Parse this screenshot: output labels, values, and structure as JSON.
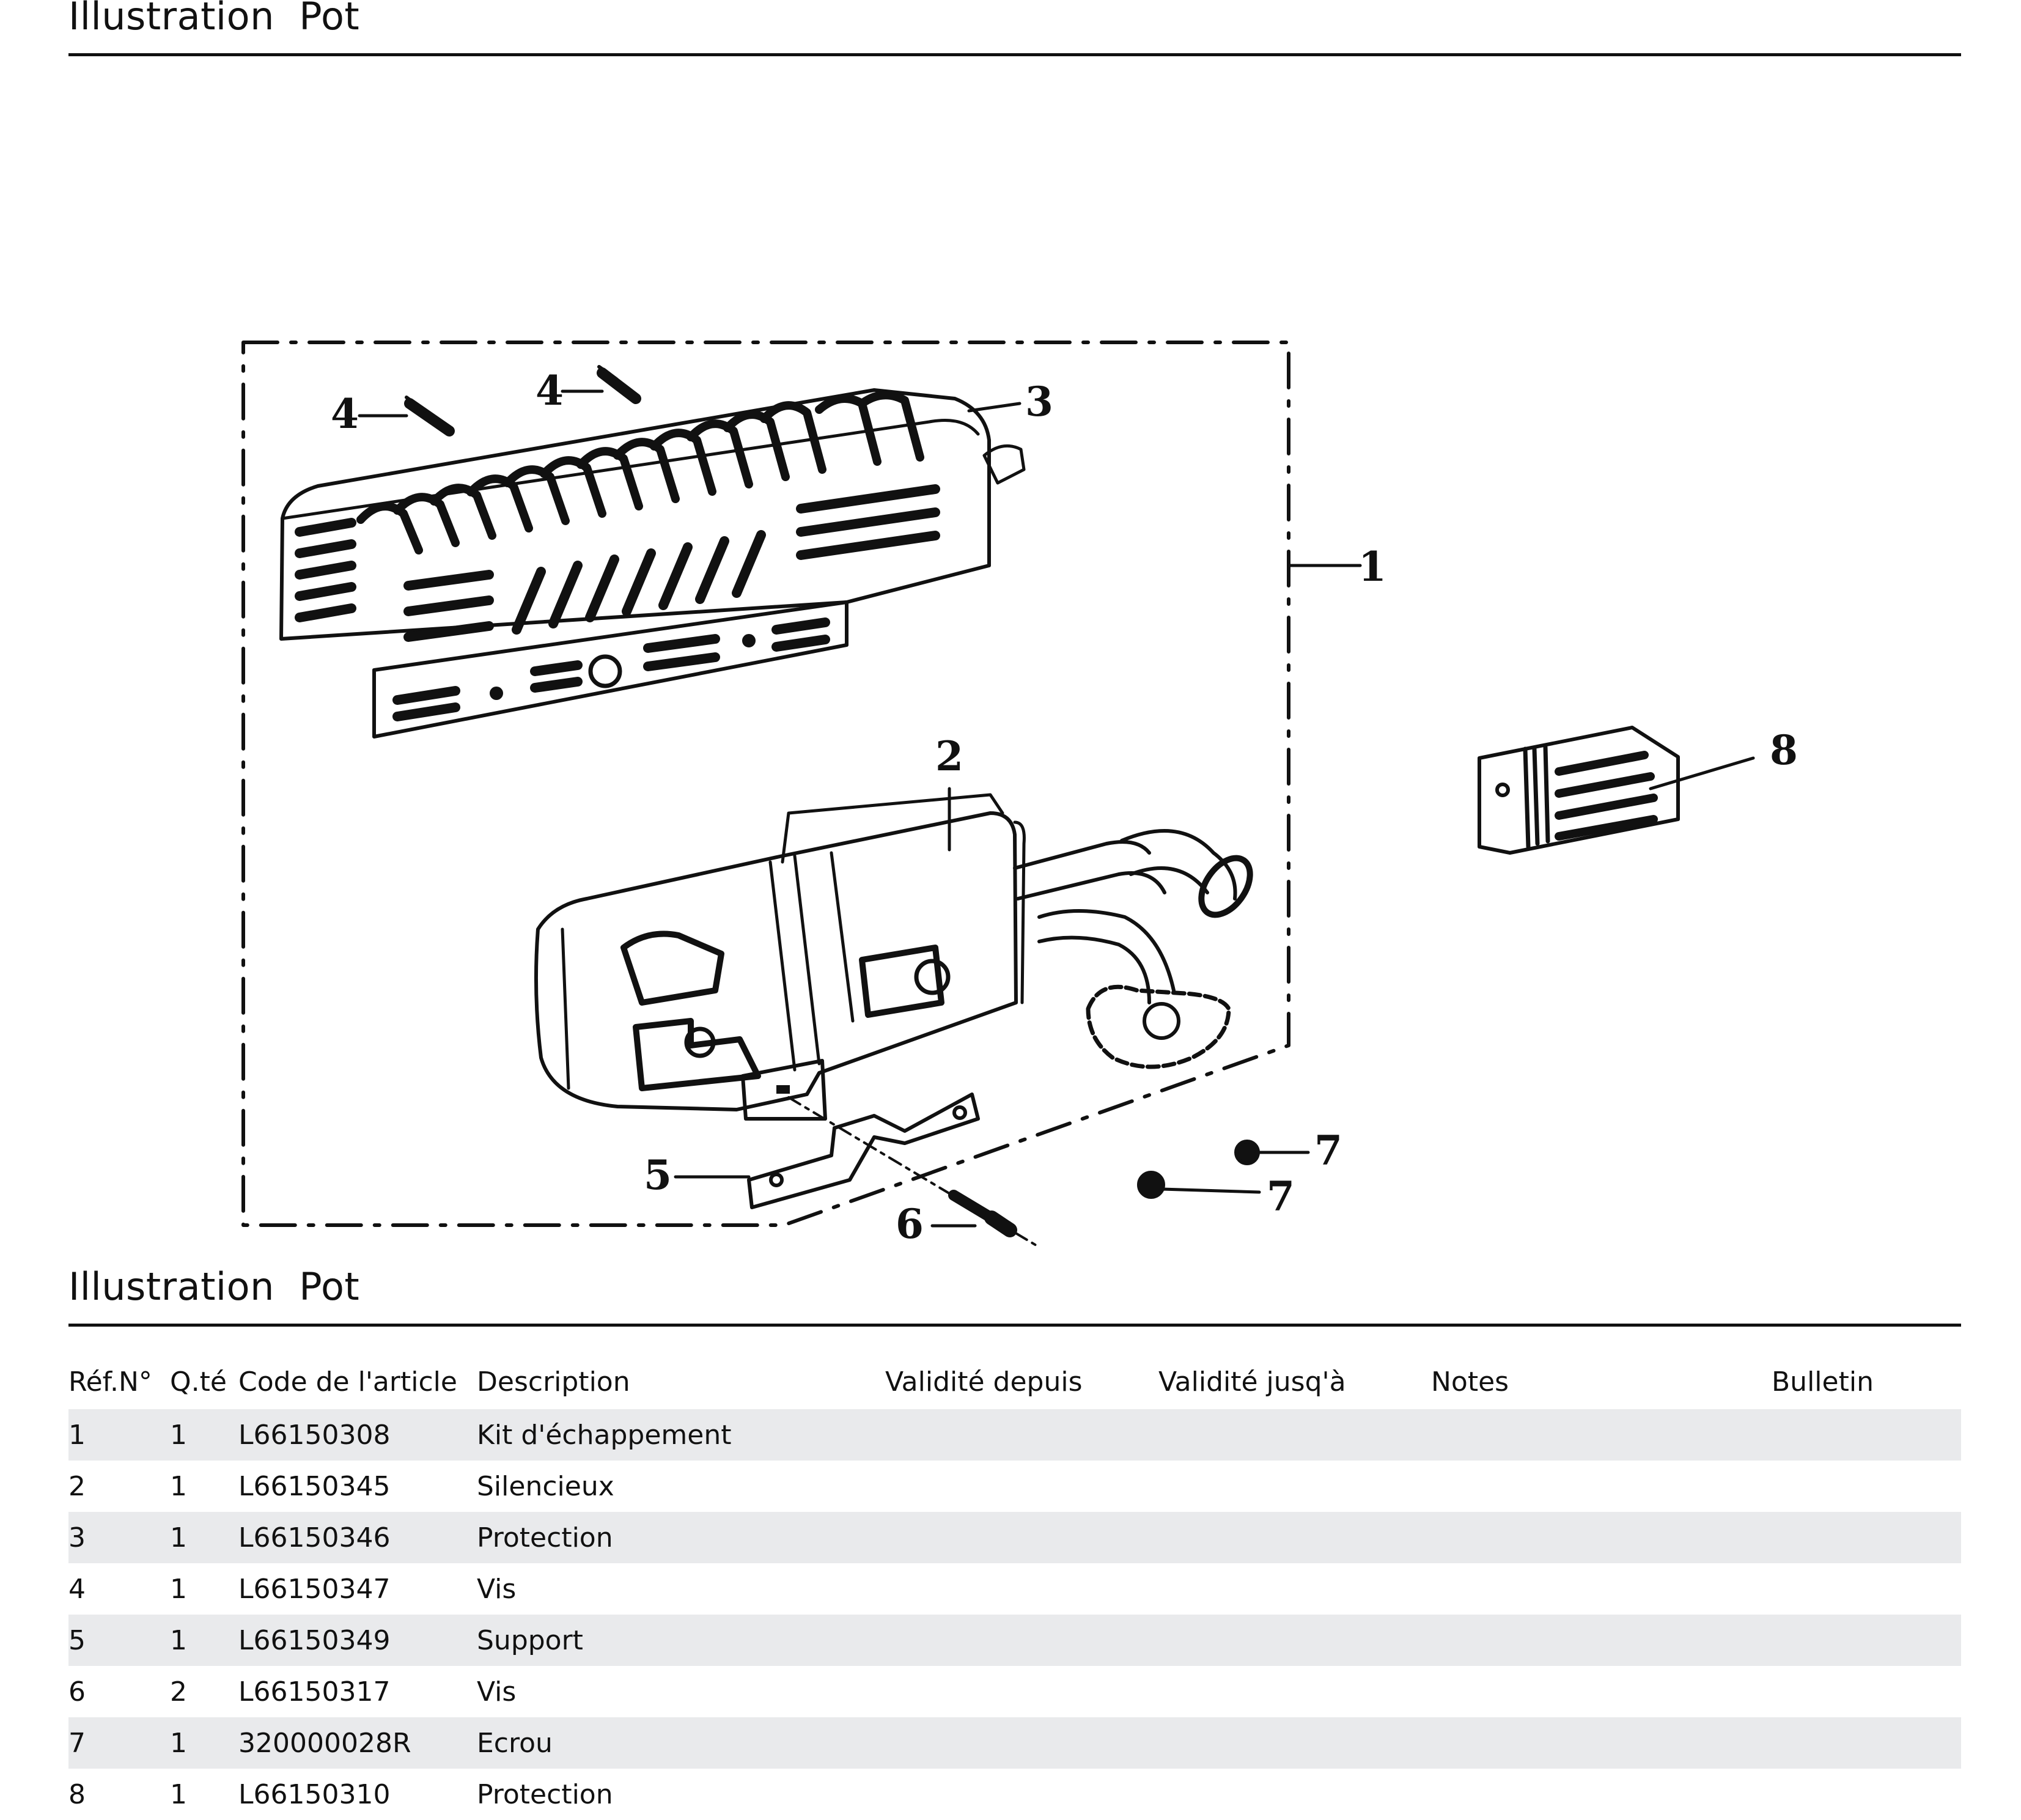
{
  "page": {
    "title_top": "Illustration  Pot",
    "title_bottom": "Illustration  Pot"
  },
  "illustration": {
    "callouts": [
      "4",
      "4",
      "3",
      "1",
      "2",
      "8",
      "5",
      "6",
      "7",
      "7"
    ]
  },
  "parts_table": {
    "headers": {
      "ref": "Réf.N°",
      "qty": "Q.té",
      "code": "Code de l'article",
      "description": "Description",
      "valid_from": "Validité depuis",
      "valid_to": "Validité jusq'à",
      "notes": "Notes",
      "bulletin": "Bulletin"
    },
    "rows": [
      {
        "ref": "1",
        "qty": "1",
        "code": "L66150308",
        "description": "Kit d'échappement",
        "valid_from": "",
        "valid_to": "",
        "notes": "",
        "bulletin": ""
      },
      {
        "ref": "2",
        "qty": "1",
        "code": "L66150345",
        "description": "Silencieux",
        "valid_from": "",
        "valid_to": "",
        "notes": "",
        "bulletin": ""
      },
      {
        "ref": "3",
        "qty": "1",
        "code": "L66150346",
        "description": "Protection",
        "valid_from": "",
        "valid_to": "",
        "notes": "",
        "bulletin": ""
      },
      {
        "ref": "4",
        "qty": "1",
        "code": "L66150347",
        "description": "Vis",
        "valid_from": "",
        "valid_to": "",
        "notes": "",
        "bulletin": ""
      },
      {
        "ref": "5",
        "qty": "1",
        "code": "L66150349",
        "description": "Support",
        "valid_from": "",
        "valid_to": "",
        "notes": "",
        "bulletin": ""
      },
      {
        "ref": "6",
        "qty": "2",
        "code": "L66150317",
        "description": "Vis",
        "valid_from": "",
        "valid_to": "",
        "notes": "",
        "bulletin": ""
      },
      {
        "ref": "7",
        "qty": "1",
        "code": "320000028R",
        "description": "Ecrou",
        "valid_from": "",
        "valid_to": "",
        "notes": "",
        "bulletin": ""
      },
      {
        "ref": "8",
        "qty": "1",
        "code": "L66150310",
        "description": "Protection",
        "valid_from": "",
        "valid_to": "",
        "notes": "",
        "bulletin": ""
      }
    ]
  }
}
